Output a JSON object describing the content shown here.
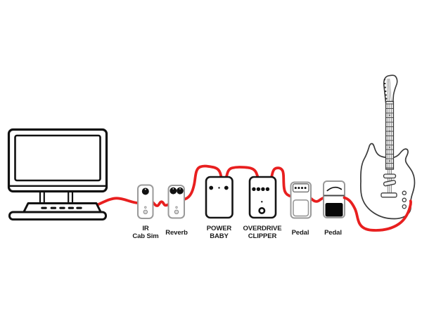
{
  "diagram": {
    "kind": "guitar-signal-chain",
    "background_color": "#ffffff",
    "cable_color": "#e81f1f",
    "outline_color": "#111111",
    "pedal_outline_color": "#999999",
    "guitar_outline_color": "#3a3a3a",
    "signal_chain": [
      "computer",
      "ir-cab-sim",
      "reverb",
      "power-baby",
      "overdrive-clipper",
      "pedal-1",
      "pedal-2",
      "guitar"
    ],
    "connections": [
      "computer → ir-cab-sim",
      "ir-cab-sim → reverb",
      "reverb → power-baby",
      "power-baby → overdrive-clipper",
      "overdrive-clipper → pedal-1",
      "pedal-1 → pedal-2",
      "pedal-2 → guitar"
    ],
    "devices": [
      {
        "id": "computer",
        "kind": "desktop-computer",
        "label_lines": []
      },
      {
        "id": "ir-cab-sim",
        "kind": "mini-pedal-1-knob",
        "label_lines": [
          "IR",
          "Cab Sim"
        ]
      },
      {
        "id": "reverb",
        "kind": "mini-pedal-2-knobs",
        "label_lines": [
          "Reverb"
        ]
      },
      {
        "id": "power-baby",
        "kind": "box-pedal-2-knobs",
        "label_lines": [
          "POWER",
          "BABY"
        ]
      },
      {
        "id": "overdrive-clipper",
        "kind": "box-pedal-4-knobs-footswitch",
        "label_lines": [
          "OVERDRIVE",
          "CLIPPER"
        ]
      },
      {
        "id": "pedal-1",
        "kind": "stomp-pedal-4-knobs",
        "label_lines": [
          "Pedal"
        ]
      },
      {
        "id": "pedal-2",
        "kind": "stomp-pedal-black-treadle",
        "label_lines": [
          "Pedal"
        ]
      },
      {
        "id": "guitar",
        "kind": "electric-guitar",
        "label_lines": []
      }
    ]
  }
}
